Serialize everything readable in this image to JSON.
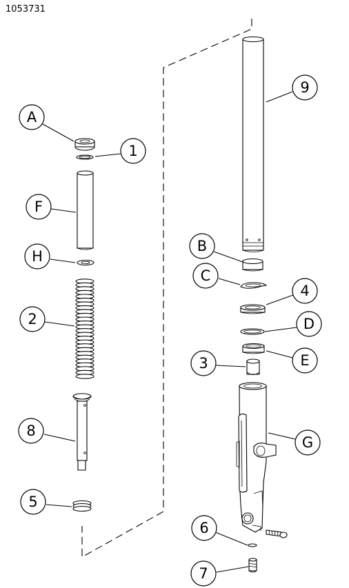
{
  "figure_id": "1053731",
  "callouts": {
    "A": "A",
    "one": "1",
    "F": "F",
    "H": "H",
    "two": "2",
    "eight": "8",
    "five": "5",
    "nine": "9",
    "B": "B",
    "C": "C",
    "four": "4",
    "D": "D",
    "three": "3",
    "E": "E",
    "G": "G",
    "six": "6",
    "seven": "7"
  }
}
